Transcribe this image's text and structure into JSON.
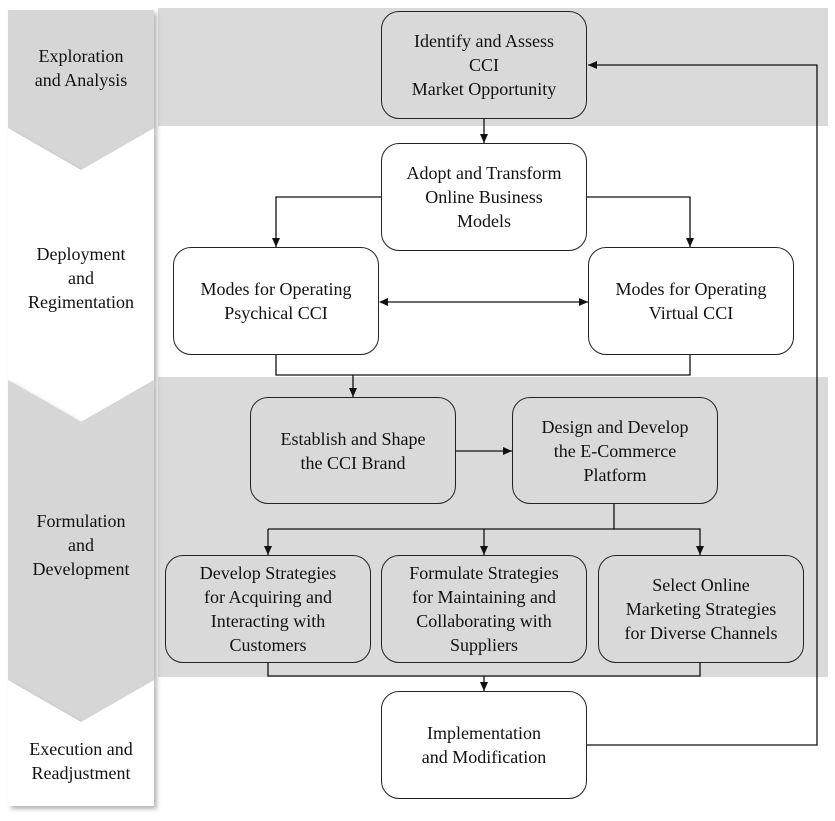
{
  "phases": [
    {
      "id": "exploration",
      "label": "Exploration\nand Analysis"
    },
    {
      "id": "deployment",
      "label": "Deployment\nand\nRegimentation"
    },
    {
      "id": "formulation",
      "label": "Formulation\nand\nDevelopment"
    },
    {
      "id": "execution",
      "label": "Execution and\nReadjustment"
    }
  ],
  "nodes": {
    "identify": "Identify and Assess\nCCI\nMarket Opportunity",
    "adopt": "Adopt and Transform\nOnline Business\nModels",
    "physical": "Modes for Operating\nPsychical CCI",
    "virtual": "Modes for Operating\nVirtual CCI",
    "brand": "Establish and Shape\nthe CCI Brand",
    "platform": "Design and Develop\nthe E-Commerce\nPlatform",
    "customers": "Develop Strategies\nfor  Acquiring and\nInteracting with\nCustomers",
    "suppliers": "Formulate Strategies\nfor Maintaining and\nCollaborating with\nSuppliers",
    "marketing": "Select Online\nMarketing Strategies\nfor Diverse Channels",
    "implementation": "Implementation\nand Modification"
  }
}
